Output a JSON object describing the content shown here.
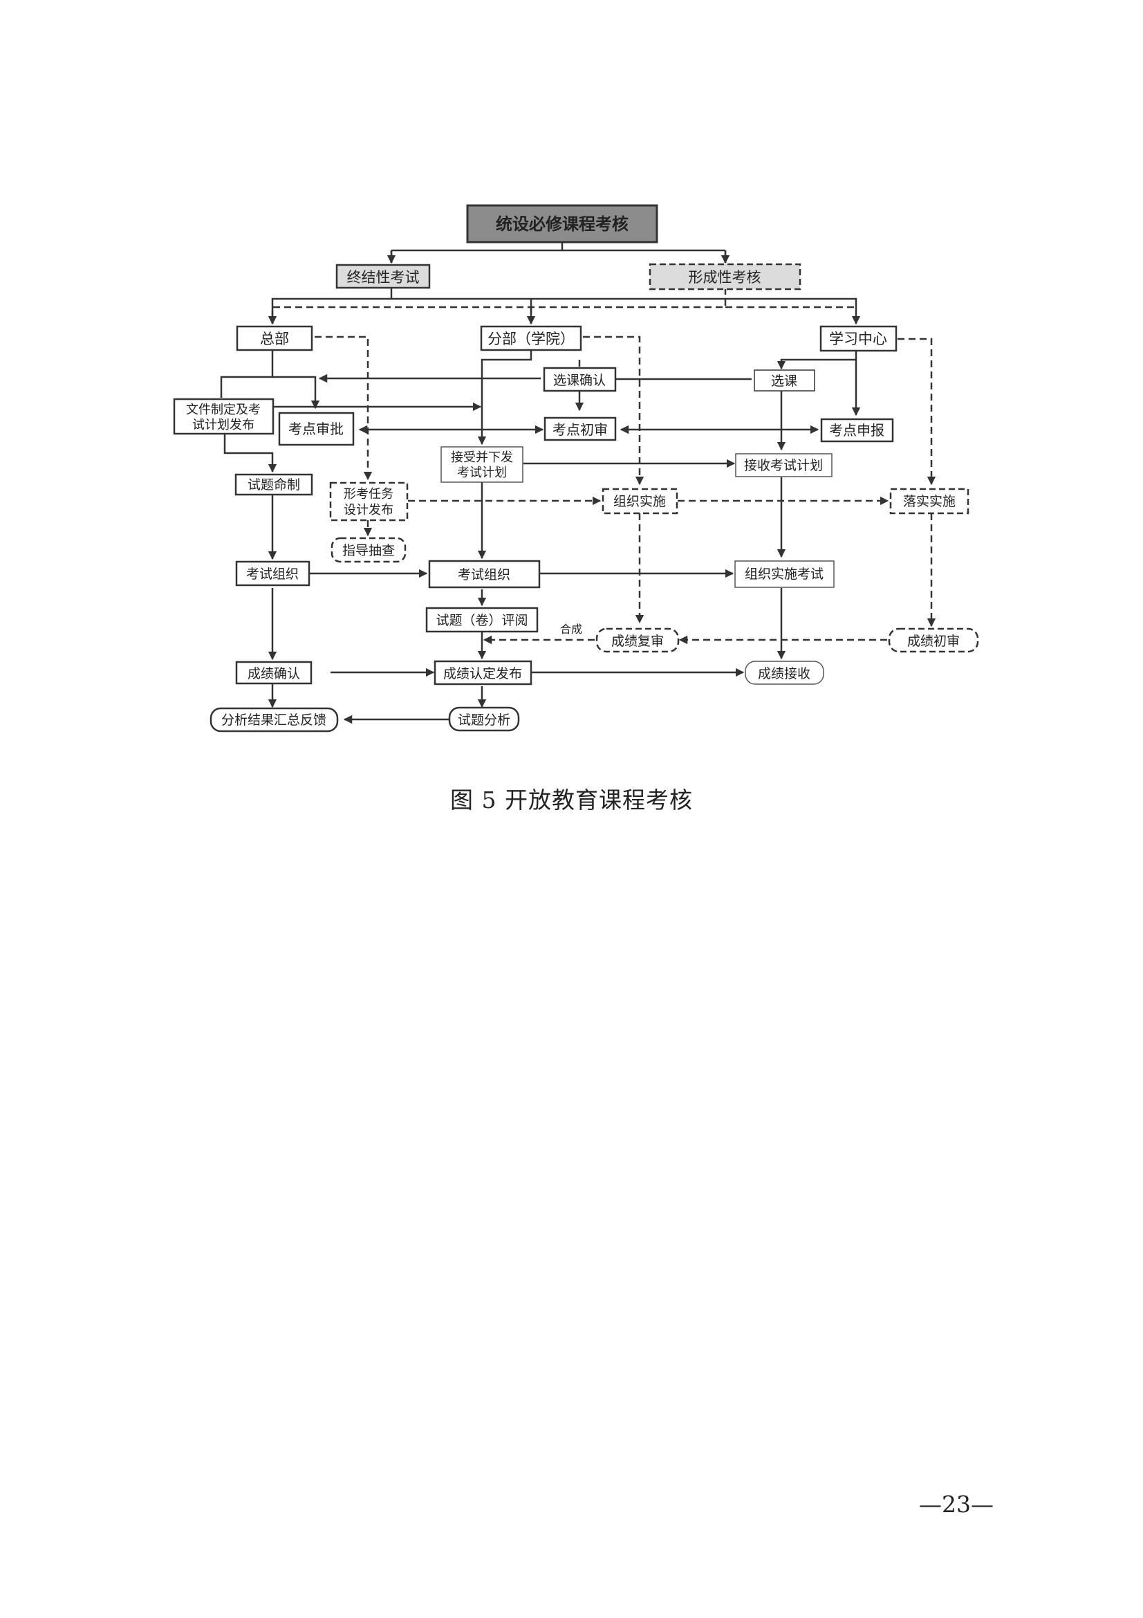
{
  "diagram": {
    "root": "统设必修课程考核",
    "summative": "终结性考试",
    "formative": "形成性考核",
    "hq": "总部",
    "branch": "分部（学院）",
    "center": "学习中心",
    "doc_plan": "文件制定及考试计划发布",
    "doc_plan_l1": "文件制定及考",
    "doc_plan_l2": "试计划发布",
    "site_approve": "考点审批",
    "course_confirm": "选课确认",
    "course_select": "选课",
    "site_prelim": "考点初审",
    "site_apply": "考点申报",
    "item_write": "试题命制",
    "form_task_l1": "形考任务",
    "form_task_l2": "设计发布",
    "recv_issue_l1": "接受并下发",
    "recv_issue_l2": "考试计划",
    "recv_plan": "接收考试计划",
    "org_impl": "组织实施",
    "carry_impl": "落实实施",
    "guide_check": "指导抽查",
    "exam_org_hq": "考试组织",
    "exam_org_branch": "考试组织",
    "org_exam": "组织实施考试",
    "paper_review": "试题（卷）评阅",
    "merge_label": "合成",
    "score_recheck": "成绩复审",
    "score_initial": "成绩初审",
    "score_confirm": "成绩确认",
    "score_publish": "成绩认定发布",
    "score_receive": "成绩接收",
    "result_feedback": "分析结果汇总反馈",
    "item_analysis": "试题分析"
  },
  "caption": "图 5 开放教育课程考核",
  "page_number": "—23—"
}
